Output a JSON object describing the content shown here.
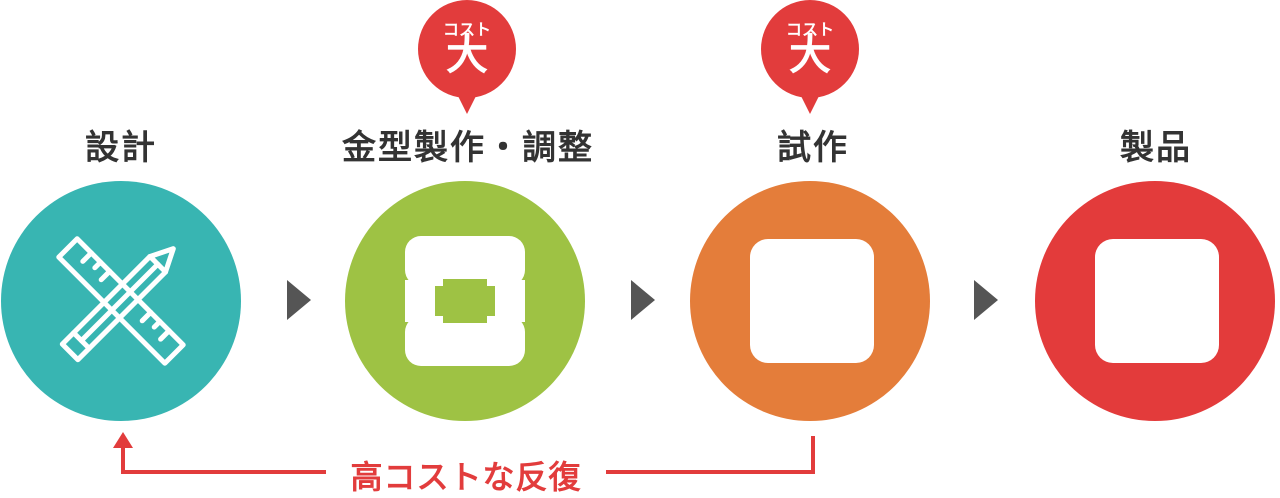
{
  "steps": [
    {
      "label": "設計",
      "color": "#38b5b2",
      "icon": "ruler-pencil-icon"
    },
    {
      "label": "金型製作・調整",
      "color": "#9ec244",
      "icon": "mold-icon"
    },
    {
      "label": "試作",
      "color": "#e47d3a",
      "icon": "prototype-square-icon"
    },
    {
      "label": "製品",
      "color": "#e33b3b",
      "icon": "product-square-icon"
    }
  ],
  "badges": [
    {
      "small": "コスト",
      "big": "大"
    },
    {
      "small": "コスト",
      "big": "大"
    }
  ],
  "feedback": {
    "label": "高コストな反復",
    "color": "#e23c3c"
  },
  "arrow_color": "#555555"
}
